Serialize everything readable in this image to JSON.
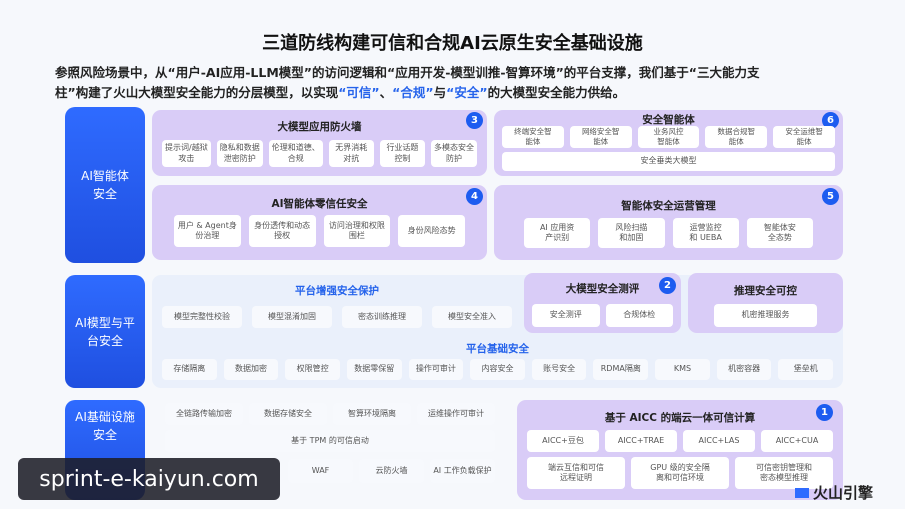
{
  "title": "三道防线构建可信和合规AI云原生安全基础设施",
  "intro": {
    "line1": "参照风险场景中，从“用户-AI应用-LLM模型”的访问逻辑和“应用开发-模型训推-智算环境”的平台支撑，我们基于“三大能力支",
    "line2_a": "柱”构建了火山大模型安全能力的分层模型，以实现",
    "hl1": "“可信”",
    "sep1": "、",
    "hl2": "“合规”",
    "sep2": "与",
    "hl3": "“安全”",
    "line2_b": "的大模型安全能力供给。"
  },
  "tiers": [
    "AI智能体\n安全",
    "AI模型与平\n台安全",
    "AI基础设施\n安全"
  ],
  "firewall": {
    "title": "大模型应用防火墙",
    "badge": "3",
    "items": [
      "提示词/越狱\n攻击",
      "隐私和数据\n泄密防护",
      "伦理和道德、\n合规",
      "无界消耗\n对抗",
      "行业话题\n控制",
      "多模态安全\n防护"
    ]
  },
  "zerotrust": {
    "title": "AI智能体零信任安全",
    "badge": "4",
    "items": [
      "用户 & Agent身\n份治理",
      "身份透传和动态\n授权",
      "访问治理和权限\n围栏",
      "身份风险态势"
    ]
  },
  "agents": {
    "title": "安全智能体",
    "badge": "6",
    "items": [
      "终端安全智\n能体",
      "网络安全智\n能体",
      "业务风控\n智能体",
      "数据合规智\n能体",
      "安全运维智\n能体"
    ],
    "base": "安全垂类大模型"
  },
  "ops": {
    "title": "智能体安全运营管理",
    "badge": "5",
    "items": [
      "AI 应用资\n产识别",
      "风险扫描\n和加固",
      "运营监控\n和 UEBA",
      "智能体安\n全态势"
    ]
  },
  "platform_enhance": {
    "title": "平台增强安全保护",
    "items": [
      "模型完整性校验",
      "模型混淆加固",
      "密态训练推理",
      "模型安全准入"
    ]
  },
  "eval": {
    "title": "大模型安全测评",
    "badge": "2",
    "items": [
      "安全测评",
      "合规体检"
    ]
  },
  "inference": {
    "title": "推理安全可控",
    "items": [
      "机密推理服务"
    ]
  },
  "platform_base": {
    "title": "平台基础安全",
    "items": [
      "存储隔离",
      "数据加密",
      "权限管控",
      "数据零保留",
      "操作可审计",
      "内容安全",
      "账号安全",
      "RDMA隔离",
      "KMS",
      "机密容器",
      "堡垒机"
    ]
  },
  "infra": {
    "row1": [
      "全链路传输加密",
      "数据存储安全",
      "智算环境隔离",
      "运维操作可审计"
    ],
    "tpm": "基于 TPM 的可信启动",
    "row3": [
      "WAF",
      "云防火墙",
      "AI 工作负载保护"
    ]
  },
  "aicc": {
    "title": "基于 AICC 的端云一体可信计算",
    "badge": "1",
    "row1": [
      "AICC+豆包",
      "AICC+TRAE",
      "AICC+LAS",
      "AICC+CUA"
    ],
    "row2": [
      "端云互信和可信\n远程证明",
      "GPU 级的安全隔\n离和可信环境",
      "可信密钥管理和\n密态模型推理"
    ]
  },
  "watermark": "sprint-e-kaiyun.com",
  "logo": "火山引擎",
  "colors": {
    "accent": "#2563eb",
    "panel": "#d9ccf7",
    "tier": "#1f4fe0"
  }
}
